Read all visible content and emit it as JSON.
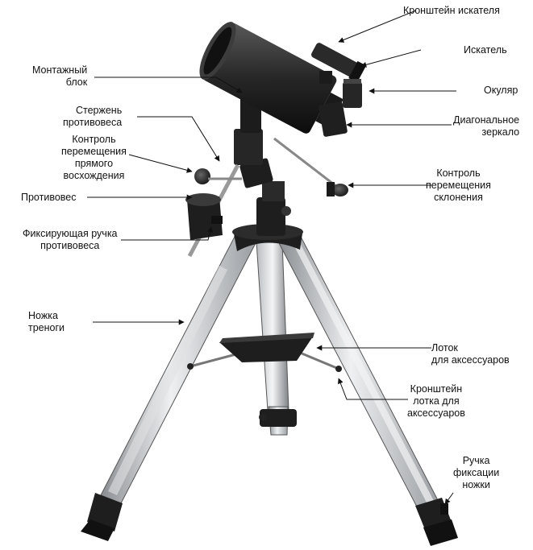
{
  "labels": {
    "finder_bracket": [
      "Кронштейн искателя"
    ],
    "finder": [
      "Искатель"
    ],
    "eyepiece": [
      "Окуляр"
    ],
    "diagonal": [
      "Диагональное",
      "зеркало"
    ],
    "mount_block": [
      "Монтажный",
      "блок"
    ],
    "cw_shaft": [
      "Стержень",
      "противовеса"
    ],
    "ra_control": [
      "Контроль",
      "перемещения",
      "прямого",
      "восхождения"
    ],
    "counterweight": [
      "Противовес"
    ],
    "cw_lock": [
      "Фиксирующая ручка",
      "противовеса"
    ],
    "dec_control": [
      "Контроль",
      "перемещения",
      "склонения"
    ],
    "tripod_leg": [
      "Ножка",
      "треноги"
    ],
    "tray": [
      "Лоток",
      "для аксессуаров"
    ],
    "tray_bracket": [
      "Кронштейн",
      "лотка для",
      "аксессуаров"
    ],
    "leg_lock": [
      "Ручка",
      "фиксации",
      "ножки"
    ]
  },
  "colors": {
    "leg_metal": "#c9ccd0",
    "black_part": "#1e1e1e",
    "tube": "#2a2a2a",
    "leader": "#111111"
  }
}
